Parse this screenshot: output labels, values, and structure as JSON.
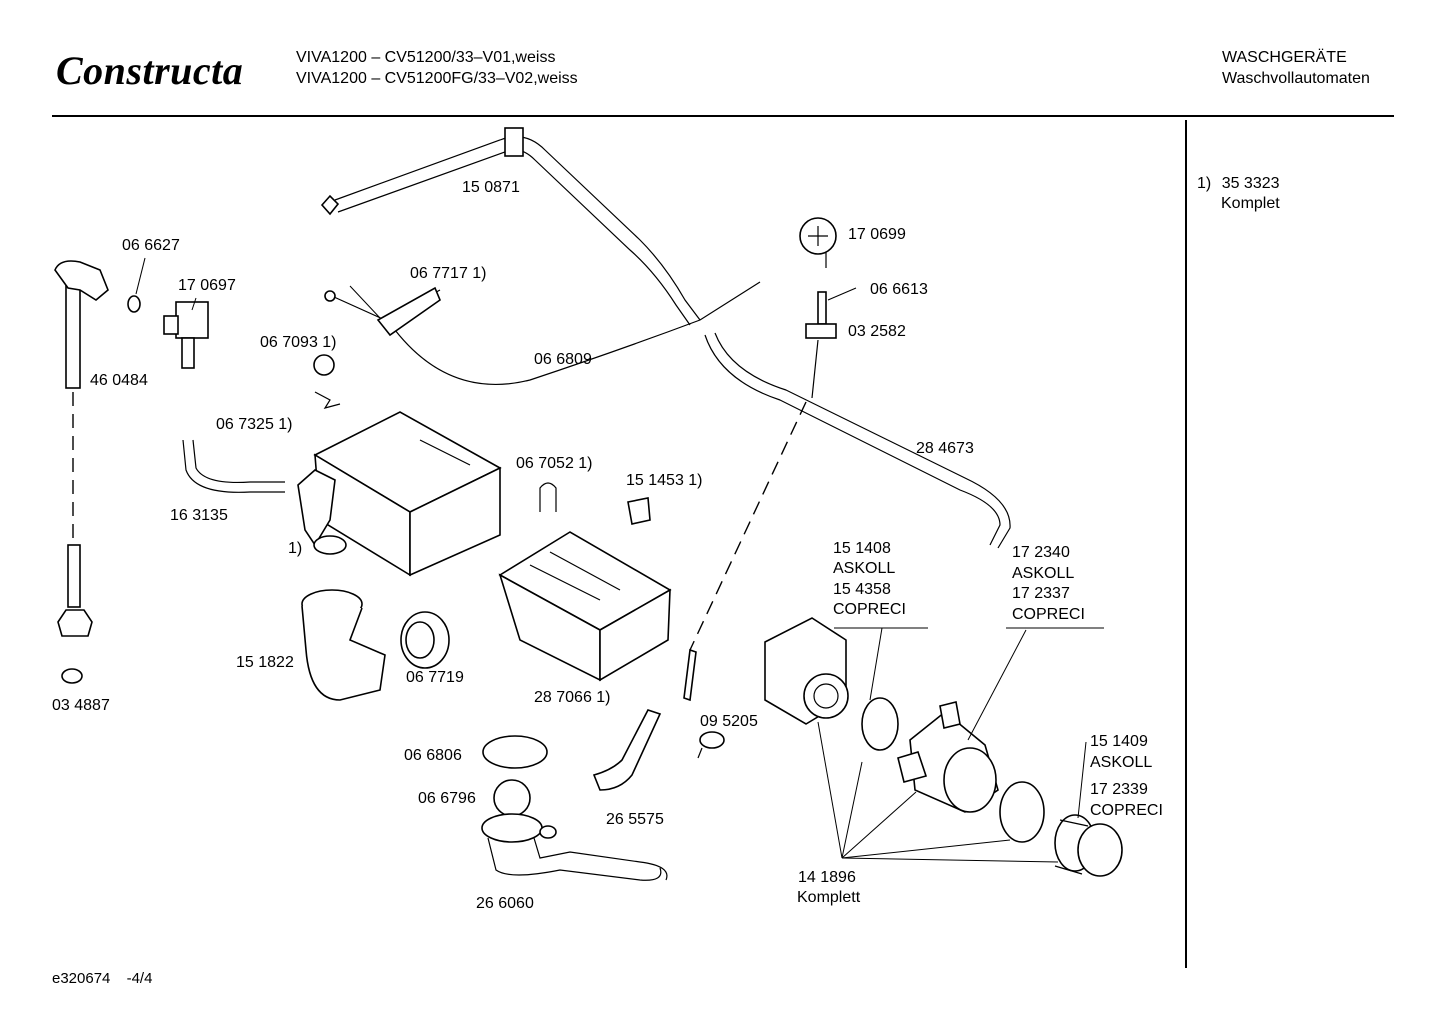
{
  "header": {
    "brand": "Constructa",
    "model_line_1": "VIVA1200 – CV51200/33–V01,weiss",
    "model_line_2": "VIVA1200 – CV51200FG/33–V02,weiss",
    "category": "WASCHGERÄTE",
    "subcategory": "Waschvollautomaten"
  },
  "footnote": {
    "marker": "1)",
    "part": "35 3323",
    "text": "Komplet"
  },
  "footer": {
    "code": "e320674",
    "page": "-4/4"
  },
  "labels": {
    "p150871": "15 0871",
    "p066627": "06 6627",
    "p170697": "17 0697",
    "p460484": "46 0484",
    "p067717": "06 7717 1)",
    "p067093": "06 7093 1)",
    "p066809": "06 6809",
    "p067325": "06 7325 1)",
    "p163135": "16 3135",
    "marker1": "1)",
    "p170699": "17 0699",
    "p066613": "06 6613",
    "p032582": "03 2582",
    "p284673": "28 4673",
    "p067052": "06 7052 1)",
    "p151453": "15 1453 1)",
    "p151822": "15 1822",
    "p067719": "06 7719",
    "p287066": "28 7066 1)",
    "p034887": "03 4887",
    "p151408": "15 1408",
    "askoll_1": "ASKOLL",
    "p154358": "15 4358",
    "copreci_1": "COPRECI",
    "p172340": "17 2340",
    "askoll_2": "ASKOLL",
    "p172337": "17 2337",
    "copreci_2": "COPRECI",
    "p095205": "09 5205",
    "p066806": "06 6806",
    "p066796": "06 6796",
    "p265575": "26 5575",
    "p266060": "26 6060",
    "p151409": "15 1409",
    "askoll_3": "ASKOLL",
    "p172339": "17 2339",
    "copreci_3": "COPRECI",
    "p141896": "14 1896",
    "komplett": "Komplett"
  }
}
